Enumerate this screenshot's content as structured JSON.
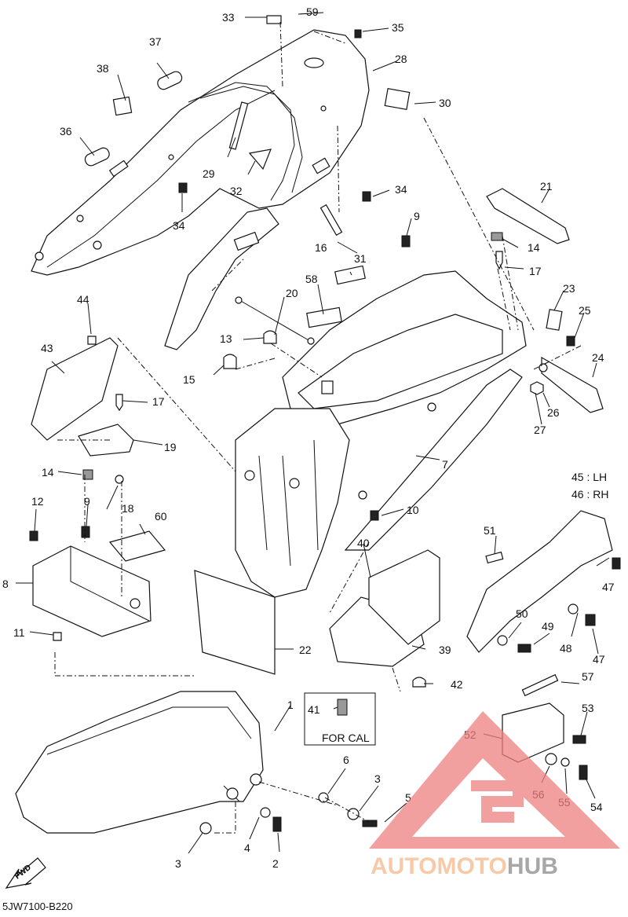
{
  "diagram": {
    "code": "5JW7100-B220",
    "fwd_label": "FWD",
    "for_cal_label": "FOR CAL",
    "callouts": [
      {
        "id": "c33",
        "text": "33"
      },
      {
        "id": "c59",
        "text": "59"
      },
      {
        "id": "c35",
        "text": "35"
      },
      {
        "id": "c37",
        "text": "37"
      },
      {
        "id": "c28",
        "text": "28"
      },
      {
        "id": "c38",
        "text": "38"
      },
      {
        "id": "c30",
        "text": "30"
      },
      {
        "id": "c36",
        "text": "36"
      },
      {
        "id": "c29",
        "text": "29"
      },
      {
        "id": "c32",
        "text": "32"
      },
      {
        "id": "c34a",
        "text": "34"
      },
      {
        "id": "c34b",
        "text": "34"
      },
      {
        "id": "c21",
        "text": "21"
      },
      {
        "id": "c9a",
        "text": "9"
      },
      {
        "id": "c14a",
        "text": "14"
      },
      {
        "id": "c31",
        "text": "31"
      },
      {
        "id": "c17a",
        "text": "17"
      },
      {
        "id": "c16",
        "text": "16"
      },
      {
        "id": "c58",
        "text": "58"
      },
      {
        "id": "c20",
        "text": "20"
      },
      {
        "id": "c23",
        "text": "23"
      },
      {
        "id": "c44",
        "text": "44"
      },
      {
        "id": "c25",
        "text": "25"
      },
      {
        "id": "c13",
        "text": "13"
      },
      {
        "id": "c43",
        "text": "43"
      },
      {
        "id": "c24",
        "text": "24"
      },
      {
        "id": "c15",
        "text": "15"
      },
      {
        "id": "c26",
        "text": "26"
      },
      {
        "id": "c27",
        "text": "27"
      },
      {
        "id": "c17b",
        "text": "17"
      },
      {
        "id": "c19",
        "text": "19"
      },
      {
        "id": "c7",
        "text": "7"
      },
      {
        "id": "c14b",
        "text": "14"
      },
      {
        "id": "c45",
        "text": "45 : LH"
      },
      {
        "id": "c46",
        "text": "46 : RH"
      },
      {
        "id": "c18",
        "text": "18"
      },
      {
        "id": "c12",
        "text": "12"
      },
      {
        "id": "c9b",
        "text": "9"
      },
      {
        "id": "c10",
        "text": "10"
      },
      {
        "id": "c60",
        "text": "60"
      },
      {
        "id": "c51",
        "text": "51"
      },
      {
        "id": "c40",
        "text": "40"
      },
      {
        "id": "c8",
        "text": "8"
      },
      {
        "id": "c47a",
        "text": "47"
      },
      {
        "id": "c50",
        "text": "50"
      },
      {
        "id": "c49",
        "text": "49"
      },
      {
        "id": "c11",
        "text": "11"
      },
      {
        "id": "c48",
        "text": "48"
      },
      {
        "id": "c47b",
        "text": "47"
      },
      {
        "id": "c22",
        "text": "22"
      },
      {
        "id": "c39",
        "text": "39"
      },
      {
        "id": "c42",
        "text": "42"
      },
      {
        "id": "c57",
        "text": "57"
      },
      {
        "id": "c1",
        "text": "1"
      },
      {
        "id": "c41",
        "text": "41"
      },
      {
        "id": "c53",
        "text": "53"
      },
      {
        "id": "c52",
        "text": "52"
      },
      {
        "id": "c6",
        "text": "6"
      },
      {
        "id": "c3a",
        "text": "3"
      },
      {
        "id": "c5",
        "text": "5"
      },
      {
        "id": "c56",
        "text": "56"
      },
      {
        "id": "c55",
        "text": "55"
      },
      {
        "id": "c54",
        "text": "54"
      },
      {
        "id": "c4",
        "text": "4"
      },
      {
        "id": "c3b",
        "text": "3"
      },
      {
        "id": "c2",
        "text": "2"
      }
    ]
  },
  "watermark": {
    "word_a": "AUTO",
    "word_b": "MOTO",
    "word_c": "HUB",
    "color_a": "#f5b88a",
    "color_b": "#f5b88a",
    "color_c": "#8a8a8a",
    "logo_color": "#ee7f7f"
  }
}
